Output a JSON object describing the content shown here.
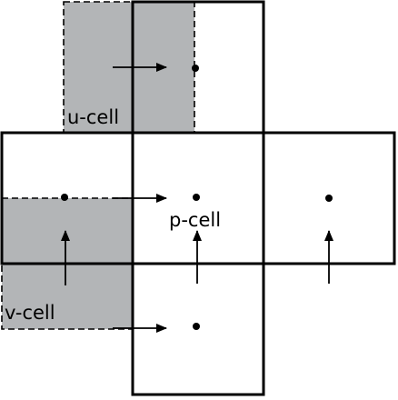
{
  "labels": {
    "u_cell": "u-cell",
    "p_cell": "p-cell",
    "v_cell": "v-cell"
  },
  "colors": {
    "staggered_fill": "#b3b5b7",
    "line": "#000000",
    "background": "#ffffff"
  }
}
